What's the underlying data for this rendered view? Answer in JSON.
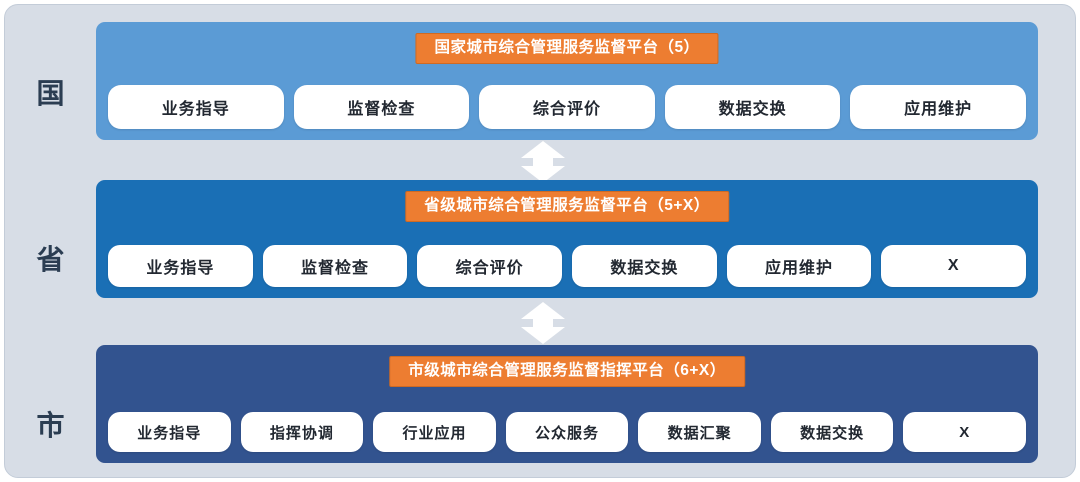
{
  "diagram": {
    "background_color": "#d7dde6",
    "accent_color": "#ed7d31",
    "levels": [
      {
        "label": "国",
        "band_color": "#5b9bd5",
        "title": "国家城市综合管理服务监督平台（5）",
        "items": [
          "业务指导",
          "监督检查",
          "综合评价",
          "数据交换",
          "应用维护"
        ]
      },
      {
        "label": "省",
        "band_color": "#1a6fb5",
        "title": "省级城市综合管理服务监督平台（5+X）",
        "items": [
          "业务指导",
          "监督检查",
          "综合评价",
          "数据交换",
          "应用维护",
          "X"
        ]
      },
      {
        "label": "市",
        "band_color": "#32538f",
        "title": "市级城市综合管理服务监督指挥平台（6+X）",
        "items": [
          "业务指导",
          "指挥协调",
          "行业应用",
          "公众服务",
          "数据汇聚",
          "数据交换",
          "X"
        ]
      }
    ],
    "connectors": [
      {
        "icon": "double-arrow-vertical-icon",
        "from": "国",
        "to": "省"
      },
      {
        "icon": "double-arrow-vertical-icon",
        "from": "省",
        "to": "市"
      }
    ]
  }
}
